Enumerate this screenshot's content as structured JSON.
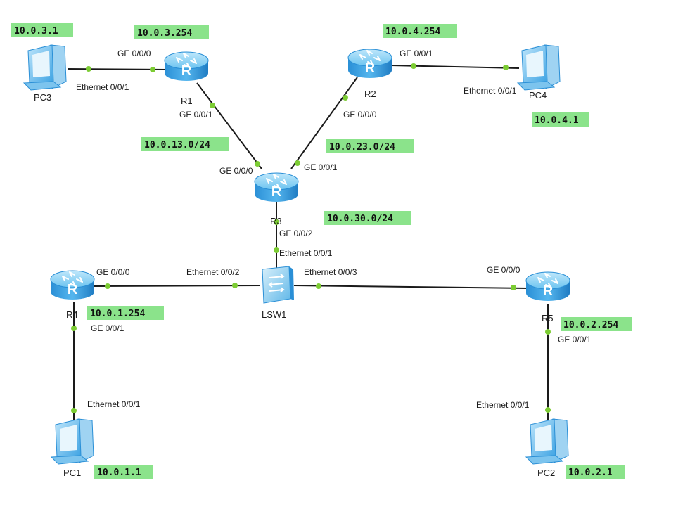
{
  "devices": {
    "R1": "R1",
    "R2": "R2",
    "R3": "R3",
    "R4": "R4",
    "R5": "R5",
    "LSW1": "LSW1",
    "PC1": "PC1",
    "PC2": "PC2",
    "PC3": "PC3",
    "PC4": "PC4"
  },
  "ports": {
    "r1_g000": "GE 0/0/0",
    "r1_g001": "GE 0/0/1",
    "pc3_eth": "Ethernet 0/0/1",
    "r2_g001": "GE 0/0/1",
    "r2_g000": "GE 0/0/0",
    "pc4_eth": "Ethernet 0/0/1",
    "r3_g000": "GE 0/0/0",
    "r3_g001": "GE 0/0/1",
    "r3_g002": "GE 0/0/2",
    "lsw_e001": "Ethernet 0/0/1",
    "lsw_e002": "Ethernet 0/0/2",
    "lsw_e003": "Ethernet 0/0/3",
    "r4_g000": "GE 0/0/0",
    "r4_g001": "GE 0/0/1",
    "pc1_eth": "Ethernet 0/0/1",
    "r5_g000": "GE 0/0/0",
    "r5_g001": "GE 0/0/1",
    "pc2_eth": "Ethernet 0/0/1"
  },
  "addresses": {
    "pc3": "10.0.3.1",
    "r1": "10.0.3.254",
    "r2": "10.0.4.254",
    "pc4": "10.0.4.1",
    "net13": "10.0.13.0/24",
    "net23": "10.0.23.0/24",
    "net30": "10.0.30.0/24",
    "r4": "10.0.1.254",
    "r5": "10.0.2.254",
    "pc1": "10.0.1.1",
    "pc2": "10.0.2.1"
  },
  "colors": {
    "ip_background": "#8be38b",
    "port_dot": "#7ccc33",
    "router_body": "#3aa6e6",
    "link": "#1a1a1a"
  }
}
